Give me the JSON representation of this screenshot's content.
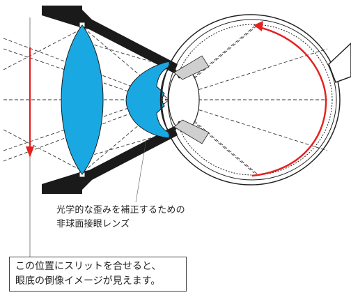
{
  "caption": {
    "line1": "光学的な歪みを補正するための",
    "line2": "非球面接眼レンズ"
  },
  "slit_note": {
    "line1": "この位置にスリットを合せると、",
    "line2": "眼底の倒像イメージが見えます。"
  },
  "colors": {
    "lens_fill": "#1aa8e3",
    "image_arrow": "#e62020",
    "housing": "#1a1a1a",
    "ray_lines": "#333333",
    "eye_outline": "#222222"
  }
}
